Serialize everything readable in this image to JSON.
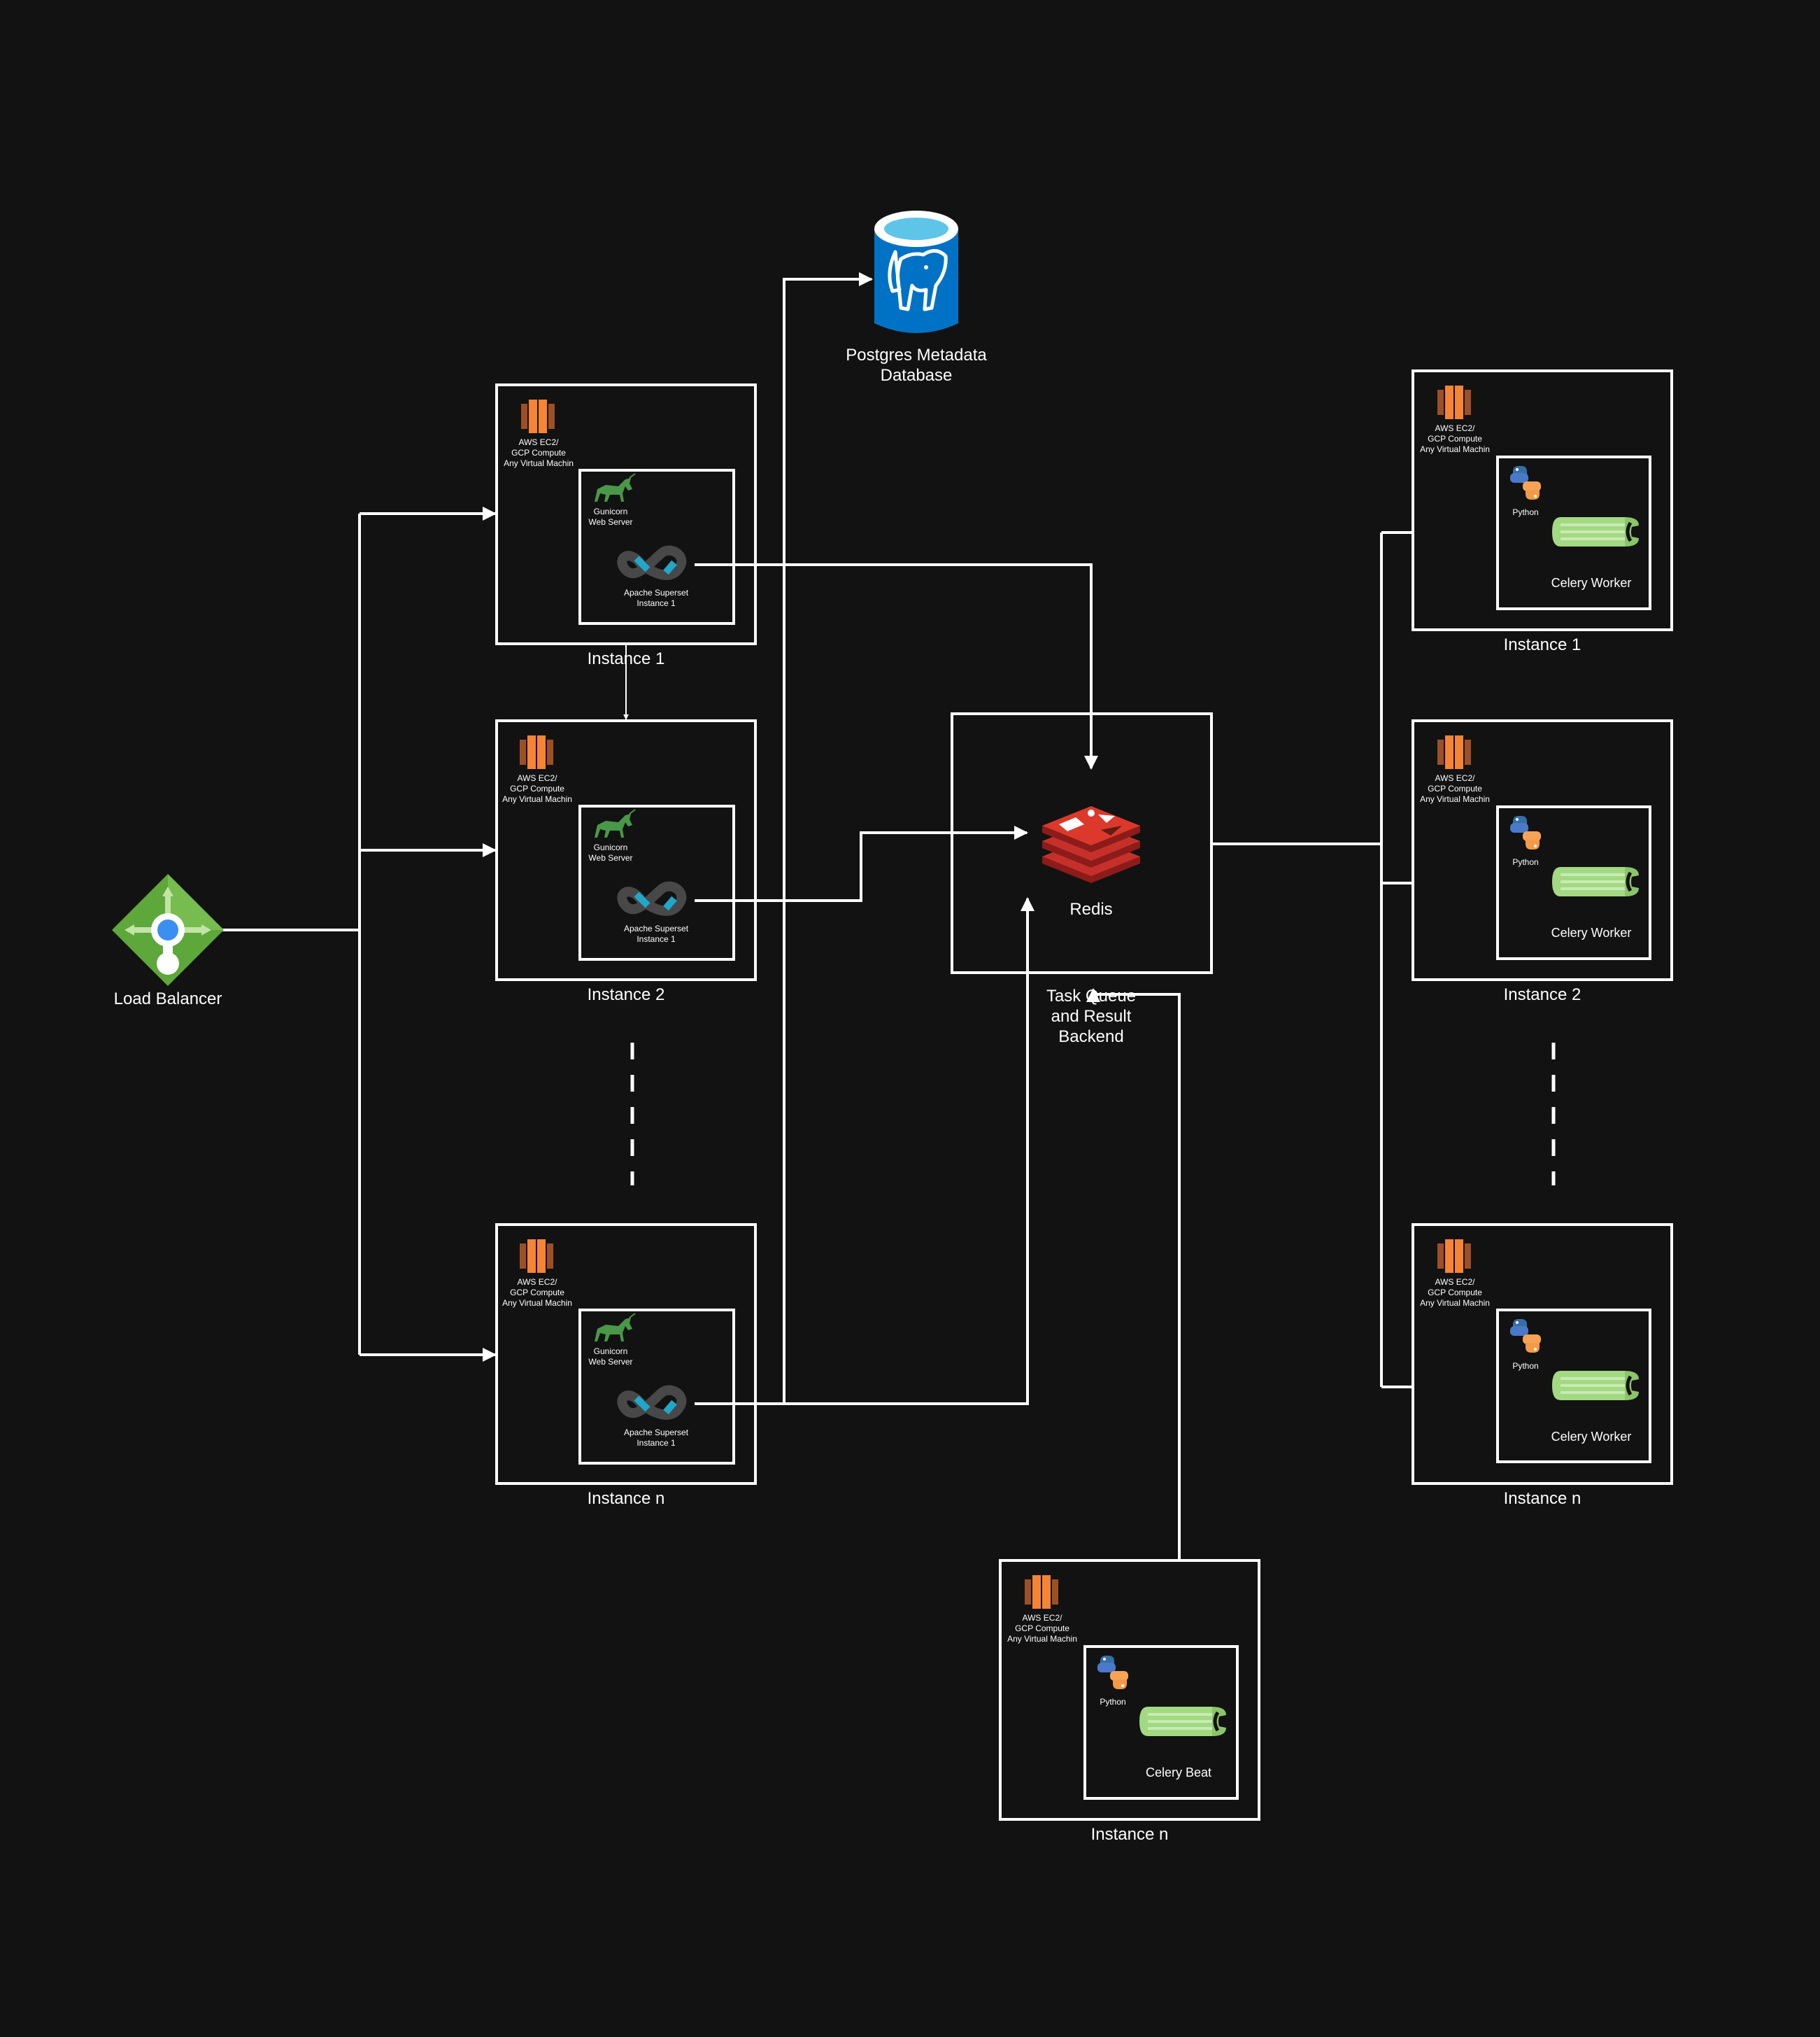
{
  "load_balancer": {
    "label": "Load Balancer"
  },
  "postgres": {
    "label_line1": "Postgres Metadata",
    "label_line2": "Database"
  },
  "redis": {
    "label": "Redis",
    "caption_line1": "Task Queue",
    "caption_line2": "and Result",
    "caption_line3": "Backend"
  },
  "vm_label": {
    "line1": "AWS EC2/",
    "line2": "GCP Compute",
    "line3": "Any Virtual Machin"
  },
  "web_instances": [
    {
      "name": "Instance 1",
      "gunicorn_line1": "Gunicorn",
      "gunicorn_line2": "Web Server",
      "superset_line1": "Apache Superset",
      "superset_line2": "Instance 1"
    },
    {
      "name": "Instance 2",
      "gunicorn_line1": "Gunicorn",
      "gunicorn_line2": "Web Server",
      "superset_line1": "Apache Superset",
      "superset_line2": "Instance 1"
    },
    {
      "name": "Instance n",
      "gunicorn_line1": "Gunicorn",
      "gunicorn_line2": "Web Server",
      "superset_line1": "Apache Superset",
      "superset_line2": "Instance 1"
    }
  ],
  "worker_instances": [
    {
      "name": "Instance 1",
      "python_label": "Python",
      "role": "Celery Worker"
    },
    {
      "name": "Instance 2",
      "python_label": "Python",
      "role": "Celery Worker"
    },
    {
      "name": "Instance n",
      "python_label": "Python",
      "role": "Celery Worker"
    }
  ],
  "beat_instance": {
    "name": "Instance n",
    "python_label": "Python",
    "role": "Celery Beat"
  },
  "colors": {
    "background": "#121212",
    "line": "#ffffff",
    "ec2": "#d86613",
    "gunicorn": "#499848",
    "superset_grey": "#484848",
    "superset_blue": "#20a7c9",
    "postgres_blue": "#0072c6",
    "redis_red": "#c6302b",
    "lb_green": "#5ea73a",
    "celery_green": "#a3d982"
  }
}
